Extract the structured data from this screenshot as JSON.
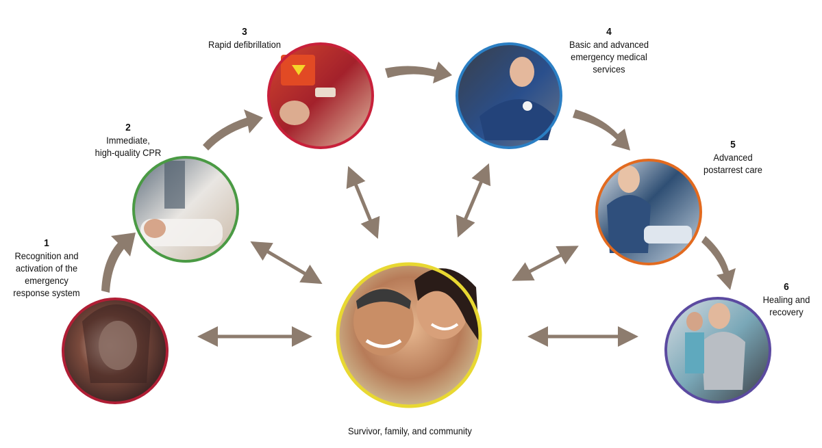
{
  "steps": [
    {
      "number": "1",
      "lines": [
        "Recognition and",
        "activation of the",
        "emergency",
        "response system"
      ],
      "image": "woman-on-phone",
      "ring_color": "#b01e35"
    },
    {
      "number": "2",
      "lines": [
        "Immediate,",
        "high-quality CPR"
      ],
      "image": "cpr-chest-compressions",
      "ring_color": "#4a9a44"
    },
    {
      "number": "3",
      "lines": [
        "Rapid defibrillation"
      ],
      "image": "defibrillator-pads",
      "ring_color": "#c8203a"
    },
    {
      "number": "4",
      "lines": [
        "Basic and advanced",
        "emergency medical",
        "services"
      ],
      "image": "paramedic-ambulance",
      "ring_color": "#2b7fc4"
    },
    {
      "number": "5",
      "lines": [
        "Advanced",
        "postarrest care"
      ],
      "image": "hospital-nurse-patient",
      "ring_color": "#e26a1f"
    },
    {
      "number": "6",
      "lines": [
        "Healing and",
        "recovery"
      ],
      "image": "rehab-therapist",
      "ring_color": "#5b4aa0"
    }
  ],
  "center": {
    "caption": "Survivor, family, and community",
    "image": "smiling-couple",
    "ring_color": "#e8d832"
  },
  "colors": {
    "arrow": "#8d7c6e",
    "background": "#ffffff"
  }
}
